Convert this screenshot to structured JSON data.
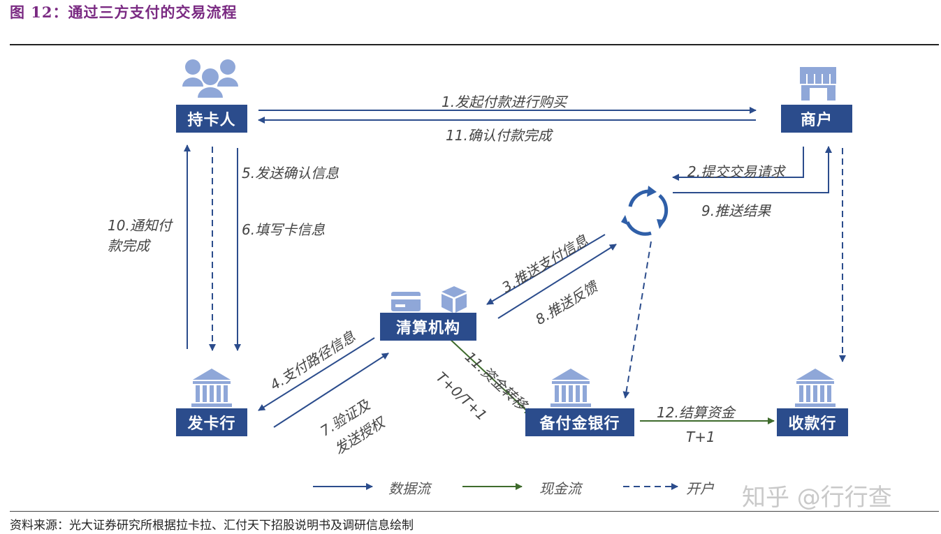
{
  "figure_title": "图 12：通过三方支付的交易流程",
  "nodes": {
    "cardholder": "持卡人",
    "merchant": "商户",
    "clearing": "清算机构",
    "issuer": "发卡行",
    "reserve_bank": "备付金银行",
    "acquirer": "收款行"
  },
  "flows": {
    "f1": "1.发起付款进行购买",
    "f11a": "11.确认付款完成",
    "f2": "2.提交交易请求",
    "f9": "9.推送结果",
    "f5": "5.发送确认信息",
    "f6": "6.填写卡信息",
    "f10_line1": "10.通知付",
    "f10_line2": "款完成",
    "f3": "3.推送支付信息",
    "f8": "8.推送反馈",
    "f4": "4.支付路径信息",
    "f7_line1": "7.验证及",
    "f7_line2": "发送授权",
    "f11b": "11.资金转移",
    "t_plus_0_1": "T+0/T+1",
    "f12": "12.结算资金",
    "t_plus_1": "T+1"
  },
  "legend": {
    "data_flow": "数据流",
    "cash_flow": "现金流",
    "account_opening": "开户"
  },
  "colors": {
    "node_fill": "#2b4c8c",
    "data_arrow": "#2b4c8c",
    "cash_arrow": "#3e6b2c",
    "icon": "#8fa7d8",
    "title": "#7a2a82"
  },
  "watermark": "知乎 @行行查",
  "source": "资料来源：光大证券研究所根据拉卡拉、汇付天下招股说明书及调研信息绘制"
}
